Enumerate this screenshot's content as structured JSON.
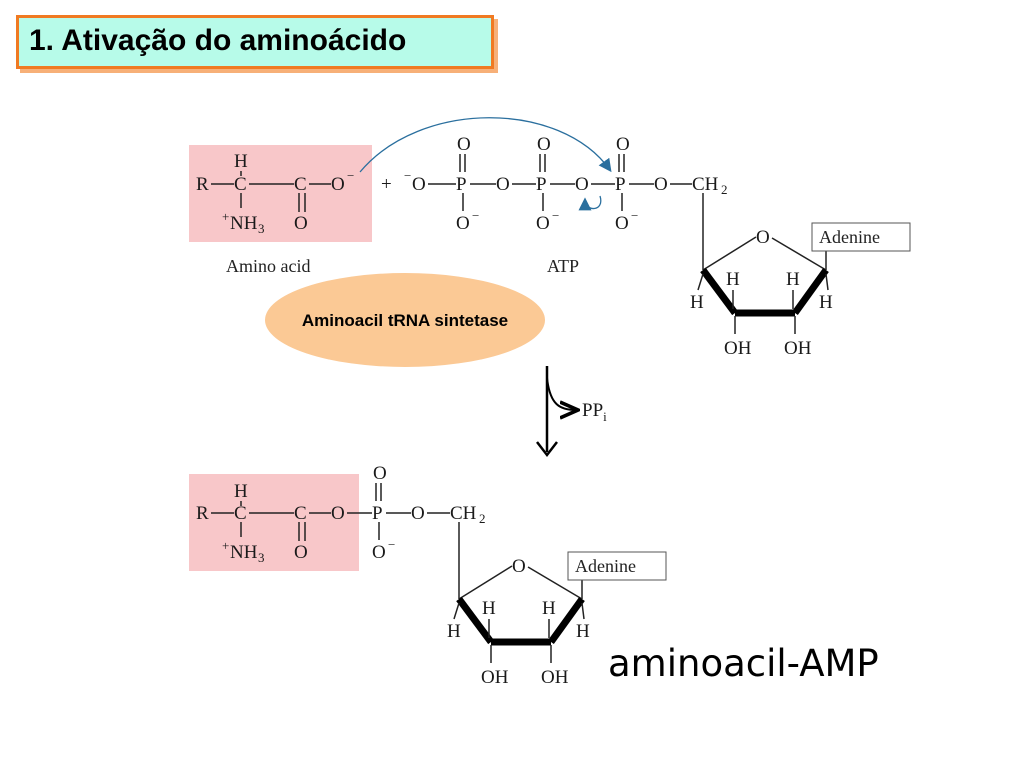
{
  "slide": {
    "title": "1. Ativação do aminoácido"
  },
  "reactants": {
    "amino_acid_label": "Amino acid",
    "atp_label": "ATP",
    "plus": "+",
    "adenine_label": "Adenine"
  },
  "enzyme": {
    "label": "Aminoacil tRNA sintetase"
  },
  "reaction": {
    "byproduct": "PP",
    "byproduct_subscript": "i"
  },
  "product": {
    "adenine_label": "Adenine",
    "name": "aminoacil-AMP"
  },
  "colors": {
    "title_border": "#f07a22",
    "title_fill": "#b7fbe9",
    "amino_acid_highlight": "#f8c7c9",
    "enzyme_ellipse": "#fbc995",
    "attack_arrow": "#2a6f9e"
  }
}
